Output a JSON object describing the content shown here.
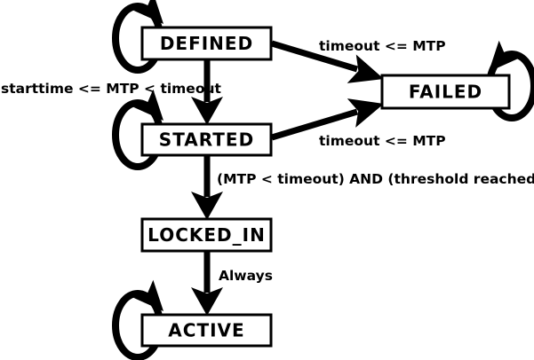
{
  "diagram": {
    "type": "state-machine",
    "colors": {
      "background": "#ffffff",
      "line": "#000000",
      "node_fill": "#ffffff",
      "text": "#000000"
    },
    "states": [
      {
        "id": "defined",
        "label": "DEFINED",
        "self_loop": true
      },
      {
        "id": "failed",
        "label": "FAILED",
        "self_loop": true
      },
      {
        "id": "started",
        "label": "STARTED",
        "self_loop": true
      },
      {
        "id": "locked_in",
        "label": "LOCKED_IN",
        "self_loop": false
      },
      {
        "id": "active",
        "label": "ACTIVE",
        "self_loop": true
      }
    ],
    "transitions": [
      {
        "from": "defined",
        "to": "failed",
        "label": "timeout <= MTP"
      },
      {
        "from": "defined",
        "to": "started",
        "label": "starttime <= MTP < timeout"
      },
      {
        "from": "started",
        "to": "failed",
        "label": "timeout <= MTP"
      },
      {
        "from": "started",
        "to": "locked_in",
        "label": "(MTP < timeout) AND (threshold reached)"
      },
      {
        "from": "locked_in",
        "to": "active",
        "label": "Always"
      }
    ]
  }
}
